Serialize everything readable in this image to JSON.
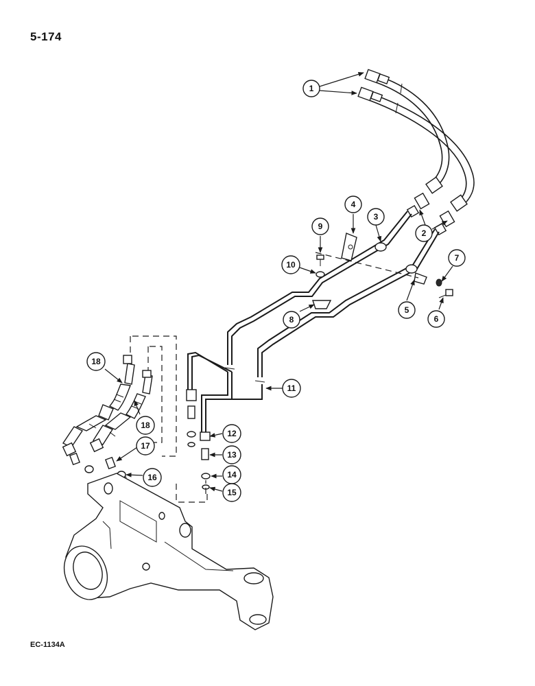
{
  "page": {
    "number": "5-174",
    "figure_code": "EC-1134A"
  },
  "callouts": [
    "1",
    "2",
    "3",
    "4",
    "5",
    "6",
    "7",
    "8",
    "9",
    "10",
    "11",
    "12",
    "13",
    "14",
    "15",
    "16",
    "17",
    "18",
    "18"
  ]
}
